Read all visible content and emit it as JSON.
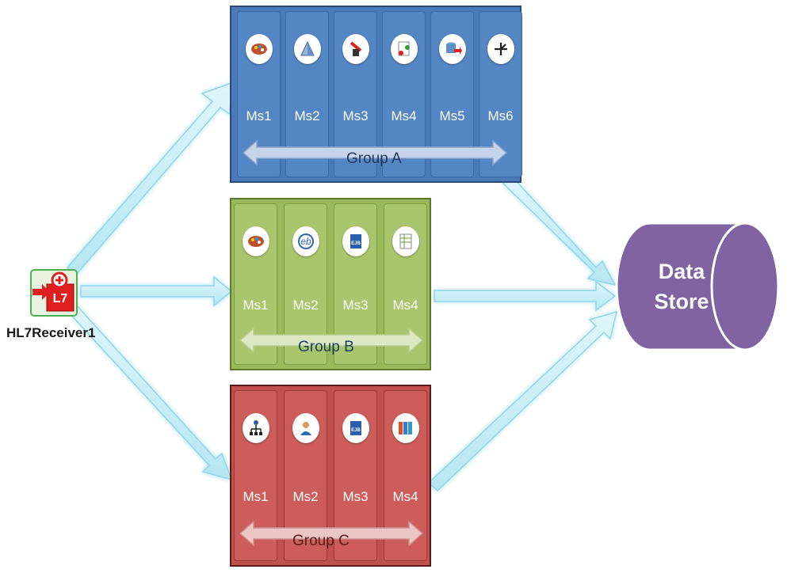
{
  "receiver": {
    "label": "HL7Receiver1",
    "icon": "hl7-receiver-icon"
  },
  "data_store": {
    "line1": "Data",
    "line2": "Store",
    "color": "#8064a2"
  },
  "groups": [
    {
      "label": "Group A",
      "color": "#4a7ab8",
      "columns": [
        {
          "label": "Ms1",
          "icon": "palette-icon"
        },
        {
          "label": "Ms2",
          "icon": "pyramid-icon"
        },
        {
          "label": "Ms3",
          "icon": "plug-icon"
        },
        {
          "label": "Ms4",
          "icon": "document-transfer-icon"
        },
        {
          "label": "Ms5",
          "icon": "database-export-icon"
        },
        {
          "label": "Ms6",
          "icon": "flow-split-icon"
        }
      ]
    },
    {
      "label": "Group B",
      "color": "#9ab95a",
      "columns": [
        {
          "label": "Ms1",
          "icon": "palette-icon"
        },
        {
          "label": "Ms2",
          "icon": "globe-e-icon"
        },
        {
          "label": "Ms3",
          "icon": "ejb-icon"
        },
        {
          "label": "Ms4",
          "icon": "spreadsheet-icon"
        }
      ]
    },
    {
      "label": "Group C",
      "color": "#c0504d",
      "columns": [
        {
          "label": "Ms1",
          "icon": "hierarchy-icon"
        },
        {
          "label": "Ms2",
          "icon": "user-support-icon"
        },
        {
          "label": "Ms3",
          "icon": "ejb-icon"
        },
        {
          "label": "Ms4",
          "icon": "binders-icon"
        }
      ]
    }
  ]
}
